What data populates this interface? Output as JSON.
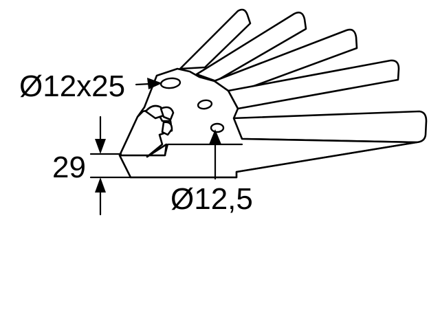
{
  "dimensions": {
    "slot_label": "Ø12x25",
    "hole_label": "Ø12,5",
    "height_label": "29"
  },
  "colors": {
    "line": "#000000",
    "background": "#ffffff"
  }
}
